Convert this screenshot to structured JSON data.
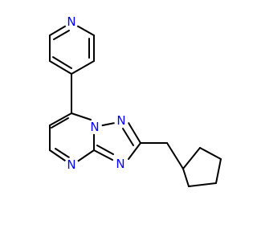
{
  "molecule": {
    "atoms": [
      {
        "label": "N",
        "color": "#0000ff"
      },
      {
        "label": "N",
        "color": "#0000ff"
      },
      {
        "label": "N",
        "color": "#0000ff"
      },
      {
        "label": "N",
        "color": "#0000ff"
      },
      {
        "label": "N",
        "color": "#0000ff"
      }
    ],
    "bond_color": "#000000"
  }
}
